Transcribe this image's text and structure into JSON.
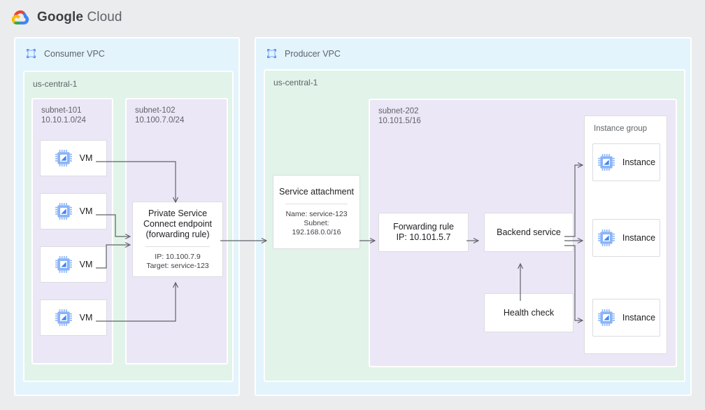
{
  "header": {
    "brand_bold": "Google",
    "brand_light": "Cloud",
    "logo_icon": "google-cloud-logo"
  },
  "consumer_vpc": {
    "label": "Consumer VPC",
    "icon": "vpc-icon",
    "region": "us-central-1",
    "subnet_101": {
      "name": "subnet-101",
      "cidr": "10.10.1.0/24",
      "text": "subnet-101\n10.10.1.0/24"
    },
    "subnet_102": {
      "name": "subnet-102",
      "cidr": "10.100.7.0/24",
      "text": "subnet-102\n10.100.7.0/24"
    },
    "vms": [
      {
        "label": "VM",
        "icon": "vm-chip-icon"
      },
      {
        "label": "VM",
        "icon": "vm-chip-icon"
      },
      {
        "label": "VM",
        "icon": "vm-chip-icon"
      },
      {
        "label": "VM",
        "icon": "vm-chip-icon"
      }
    ],
    "psc_endpoint": {
      "title": "Private Service\nConnect endpoint\n(forwarding rule)",
      "ip": "IP: 10.100.7.9",
      "target": "Target: service-123",
      "details": "IP: 10.100.7.9\nTarget: service-123"
    }
  },
  "producer_vpc": {
    "label": "Producer VPC",
    "icon": "vpc-icon",
    "region": "us-central-1",
    "service_attachment": {
      "title": "Service attachment",
      "name": "Name: service-123",
      "subnet": "Subnet:\n192.168.0.0/16",
      "details": "Name: service-123\nSubnet:\n192.168.0.0/16"
    },
    "subnet_202": {
      "name": "subnet-202",
      "cidr": "10.101.5/16",
      "text": "subnet-202\n10.101.5/16"
    },
    "forwarding_rule": {
      "title": "Forwarding rule\nIP: 10.101.5.7",
      "name": "Forwarding rule",
      "ip": "IP: 10.101.5.7"
    },
    "backend_service": {
      "title": "Backend service"
    },
    "health_check": {
      "title": "Health check"
    },
    "instance_group": {
      "label": "Instance group",
      "instances": [
        {
          "label": "Instance",
          "icon": "vm-chip-icon"
        },
        {
          "label": "Instance",
          "icon": "vm-chip-icon"
        },
        {
          "label": "Instance",
          "icon": "vm-chip-icon"
        }
      ]
    }
  },
  "colors": {
    "page_background": "#ebecee",
    "vpc_fill": "#e3f4fd",
    "region_fill": "#e2f3e9",
    "subnet_fill": "#ece7f6",
    "card_fill": "#ffffff",
    "card_border": "#dadce0",
    "connector": "#5f6368",
    "text_primary": "#202124",
    "text_secondary": "#5f6368",
    "icon_blue": "#4285f4",
    "icon_blue_light": "#8ab4f8",
    "google_blue": "#4285f4",
    "google_red": "#ea4335",
    "google_yellow": "#fbbc04",
    "google_green": "#34a853"
  }
}
